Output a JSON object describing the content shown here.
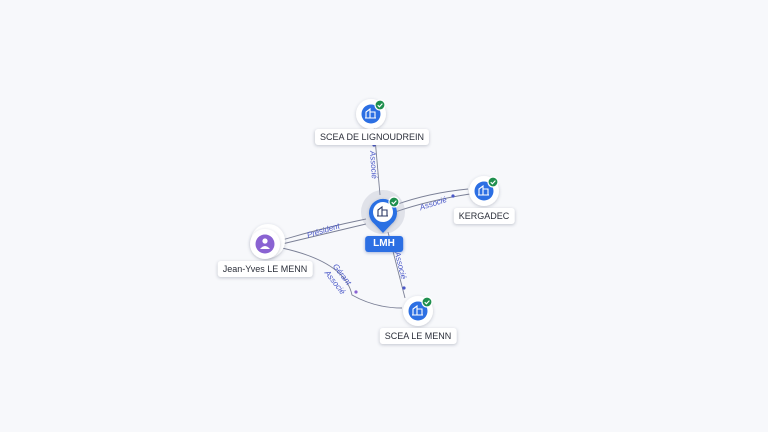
{
  "graph": {
    "nodes": {
      "lmh": {
        "label": "LMH",
        "kind": "company",
        "verified": true
      },
      "scea_lignoudrein": {
        "label": "SCEA DE LIGNOUDREIN",
        "kind": "company",
        "verified": true
      },
      "kergadec": {
        "label": "KERGADEC",
        "kind": "company",
        "verified": true
      },
      "scea_le_menn": {
        "label": "SCEA LE MENN",
        "kind": "company",
        "verified": true
      },
      "jean_yves": {
        "label": "Jean-Yves LE MENN",
        "kind": "person",
        "verified": false
      }
    },
    "edges": {
      "lmh_lignoudrein": "Associé",
      "lmh_kergadec": "Associé",
      "lmh_lemenn": "Associé",
      "jy_lmh": "Président",
      "jy_lemenn_1": "Gérant",
      "jy_lemenn_2": "Associé"
    }
  },
  "colors": {
    "company_fill": "#2c6fe3",
    "person_fill": "#8a63d2",
    "verified_badge": "#1f8f4e",
    "edge": "#7b8096",
    "edge_label": "#4a58c8",
    "background": "#f7f8fb"
  }
}
